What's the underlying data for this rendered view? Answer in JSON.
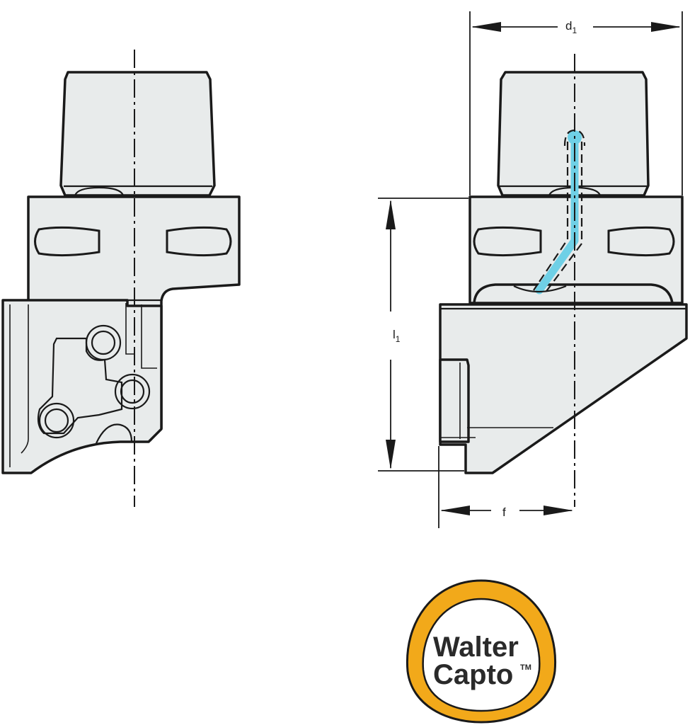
{
  "dimensions": {
    "d1": {
      "symbol": "d",
      "subscript": "1"
    },
    "l1": {
      "symbol": "l",
      "subscript": "1"
    },
    "f": {
      "symbol": "f"
    }
  },
  "logo": {
    "line1": "Walter",
    "line2": "Capto",
    "trademark": "TM",
    "ring_color": "#f2a91a",
    "outline_color": "#1a1a1a"
  },
  "coolant_color": "#6fd0e6",
  "body_fill": "#e8ebeb"
}
